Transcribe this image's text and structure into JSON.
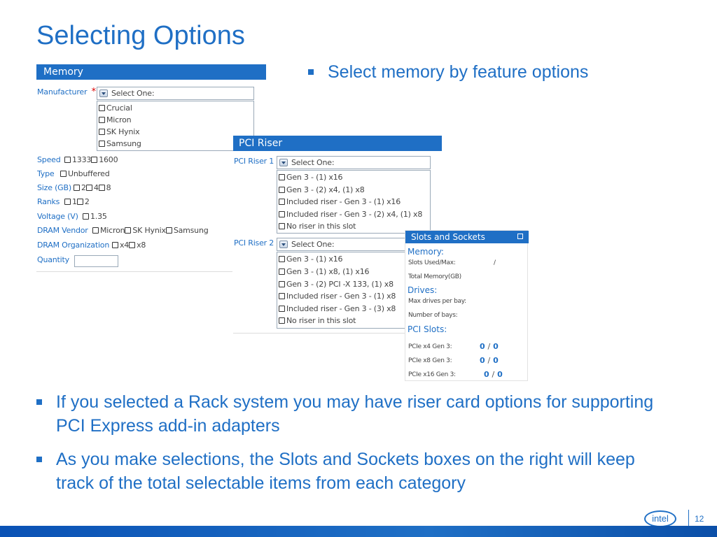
{
  "slide": {
    "title": "Selecting Options",
    "bullets": [
      "Select memory by feature options",
      "If you selected a Rack system you may have riser card options for supporting PCI Express add-in adapters",
      "As you make selections, the Slots and Sockets boxes on the right will keep track of the total selectable items from each category"
    ],
    "page_number": "12",
    "logo_text": "intel"
  },
  "memory_panel": {
    "title": "Memory",
    "manufacturer_label": "Manufacturer",
    "required_mark": "*",
    "manufacturer_select": "Select One:",
    "manufacturers": [
      "Crucial",
      "Micron",
      "SK Hynix",
      "Samsung"
    ],
    "speed_label": "Speed",
    "speed_options": [
      "1333",
      "1600"
    ],
    "type_label": "Type",
    "type_options": [
      "Unbuffered"
    ],
    "size_label": "Size (GB)",
    "size_options": [
      "2",
      "4",
      "8"
    ],
    "ranks_label": "Ranks",
    "ranks_options": [
      "1",
      "2"
    ],
    "voltage_label": "Voltage (V)",
    "voltage_options": [
      "1.35"
    ],
    "vendor_label": "DRAM Vendor",
    "vendor_options": [
      "Micron",
      "SK Hynix",
      "Samsung"
    ],
    "organization_label": "DRAM Organization",
    "organization_options": [
      "x4",
      "x8"
    ],
    "quantity_label": "Quantity",
    "quantity_value": ""
  },
  "pci_panel": {
    "title": "PCI Riser",
    "riser1_label": "PCI Riser 1",
    "riser1_select": "Select One:",
    "riser1_options": [
      "Gen 3 - (1) x16",
      "Gen 3 - (2) x4, (1) x8",
      "Included riser - Gen 3 - (1) x16",
      "Included riser - Gen 3 - (2) x4, (1) x8",
      "No riser in this slot"
    ],
    "riser2_label": "PCI Riser 2",
    "riser2_select": "Select One:",
    "riser2_options": [
      "Gen 3 - (1) x16",
      "Gen 3 - (1) x8, (1) x16",
      "Gen 3 - (2) PCI -X 133, (1) x8",
      "Included riser - Gen 3 - (1) x8",
      "Included riser - Gen 3 - (3) x8",
      "No riser in this slot"
    ]
  },
  "slots_panel": {
    "title": "Slots and Sockets",
    "memory_heading": "Memory:",
    "slots_used_label": "Slots Used/Max:",
    "slots_used_value": "/",
    "total_memory_label": "Total Memory(GB)",
    "drives_heading": "Drives:",
    "max_drives_label": "Max drives per bay:",
    "num_bays_label": "Number of bays:",
    "pci_heading": "PCI Slots:",
    "pci_rows": [
      {
        "label": "PCIe x4 Gen 3:",
        "used": "0",
        "max": "0"
      },
      {
        "label": "PCIe x8 Gen 3:",
        "used": "0",
        "max": "0"
      },
      {
        "label": "PCIe x16 Gen 3:",
        "used": "0",
        "max": "0"
      }
    ]
  }
}
